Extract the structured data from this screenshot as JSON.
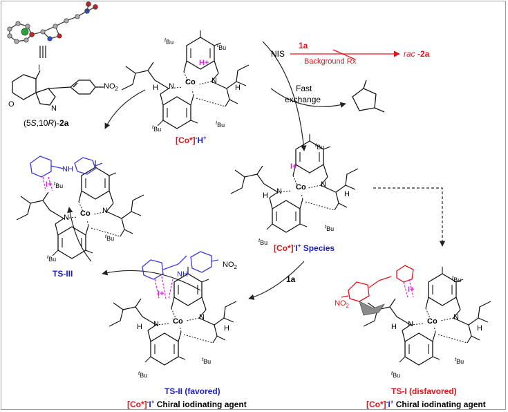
{
  "reaction": {
    "reagent_1a": "1a",
    "background": "Background Rx",
    "rac_prefix": "rac",
    "rac_suffix": "-2a",
    "nis": "NIS",
    "fast": "Fast",
    "exchange": "exchange",
    "entry_1a": "1a"
  },
  "product": {
    "stereo_prefix": "(5",
    "stereo_S": "S",
    "stereo_mid": ",10",
    "stereo_R": "R",
    "stereo_end": ")-",
    "id": "2a",
    "nitro": "NO",
    "nitro_sub": "2"
  },
  "species": {
    "co_star": "[Co*]",
    "h_label": "H",
    "plus": "+",
    "minus": "-",
    "i_label": "I",
    "iodo_species": "Species",
    "co_center": "Co"
  },
  "ts": {
    "ts3": "TS-III",
    "ts2": "TS-II (favored)",
    "ts1": "TS-I (disfavored)",
    "agent": "Chiral iodinating agent"
  },
  "atoms": {
    "tbu": "Bu",
    "t": "t",
    "N": "N",
    "O": "O",
    "H": "H",
    "H_plus": "H+",
    "I_plus": "I+",
    "NH": "NH",
    "I": "I"
  }
}
